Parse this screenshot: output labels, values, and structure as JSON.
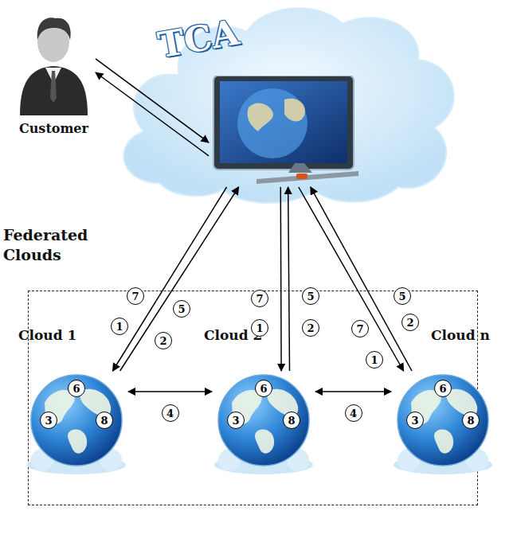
{
  "diagram": {
    "nodes": [
      {
        "text": [
          "Customer"
        ]
      },
      {
        "text": [
          "TCA"
        ]
      },
      {
        "text": [
          "Federated Clouds"
        ]
      },
      {
        "text": [
          "Cloud 1",
          "6",
          "3",
          "8"
        ],
        "in": 2
      },
      {
        "text": [
          "Cloud 2",
          "6",
          "3",
          "8"
        ],
        "in": 2
      },
      {
        "text": [
          "Cloud n",
          "6",
          "3",
          "8"
        ],
        "in": 2
      }
    ],
    "edges": [
      {
        "from": 0,
        "to": 1,
        "arrow": "to"
      },
      {
        "from": 1,
        "to": 0,
        "arrow": "to"
      },
      {
        "from": 1,
        "to": 3,
        "arrow": "to"
      },
      {
        "from": 3,
        "to": 1,
        "arrow": "to"
      },
      {
        "from": 1,
        "to": 4,
        "arrow": "to"
      },
      {
        "from": 4,
        "to": 1,
        "arrow": "to"
      },
      {
        "from": 1,
        "to": 5,
        "arrow": "to"
      },
      {
        "from": 5,
        "to": 1,
        "arrow": "to"
      },
      {
        "from": 3,
        "to": 4,
        "label": "4",
        "arrow": "both"
      },
      {
        "from": 4,
        "to": 5,
        "label": "4",
        "arrow": "both"
      }
    ],
    "labels": [
      "7",
      "1",
      "5",
      "2",
      "7",
      "5",
      "1",
      "2",
      "5",
      "7",
      "2",
      "1"
    ]
  }
}
